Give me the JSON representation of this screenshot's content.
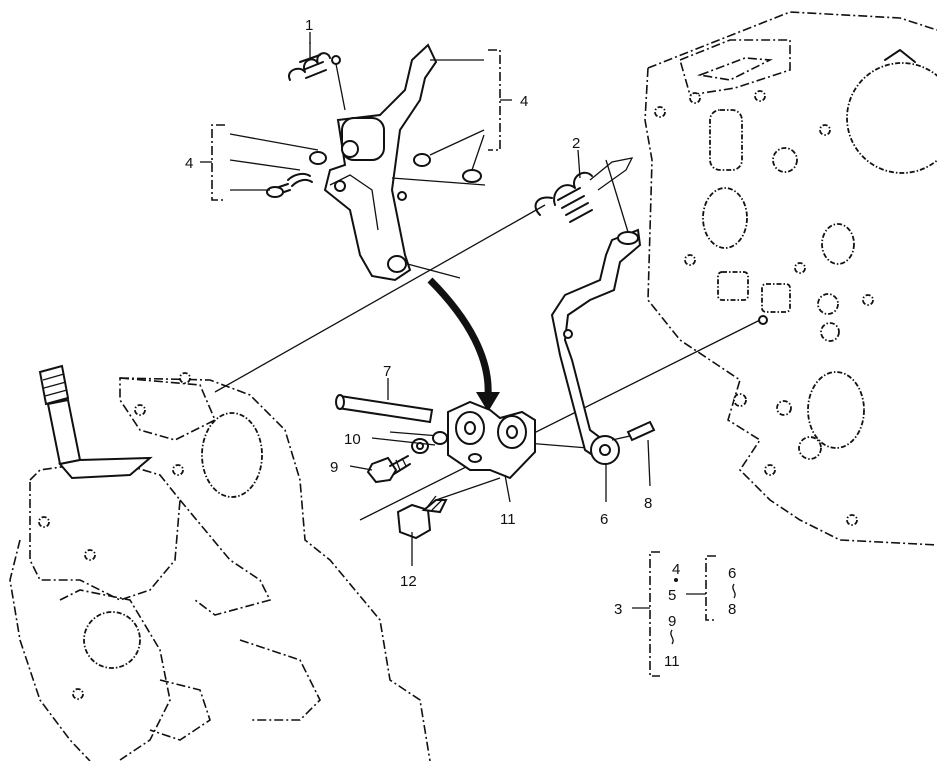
{
  "callouts": {
    "c1": "1",
    "c2": "2",
    "c4a": "4",
    "c4b": "4",
    "c6": "6",
    "c7": "7",
    "c8": "8",
    "c9": "9",
    "c10": "10",
    "c11": "11",
    "c12": "12"
  },
  "legend": {
    "group_main": "3",
    "items_left": [
      "4",
      "5",
      "9",
      "11"
    ],
    "items_right": [
      "6",
      "8"
    ]
  }
}
